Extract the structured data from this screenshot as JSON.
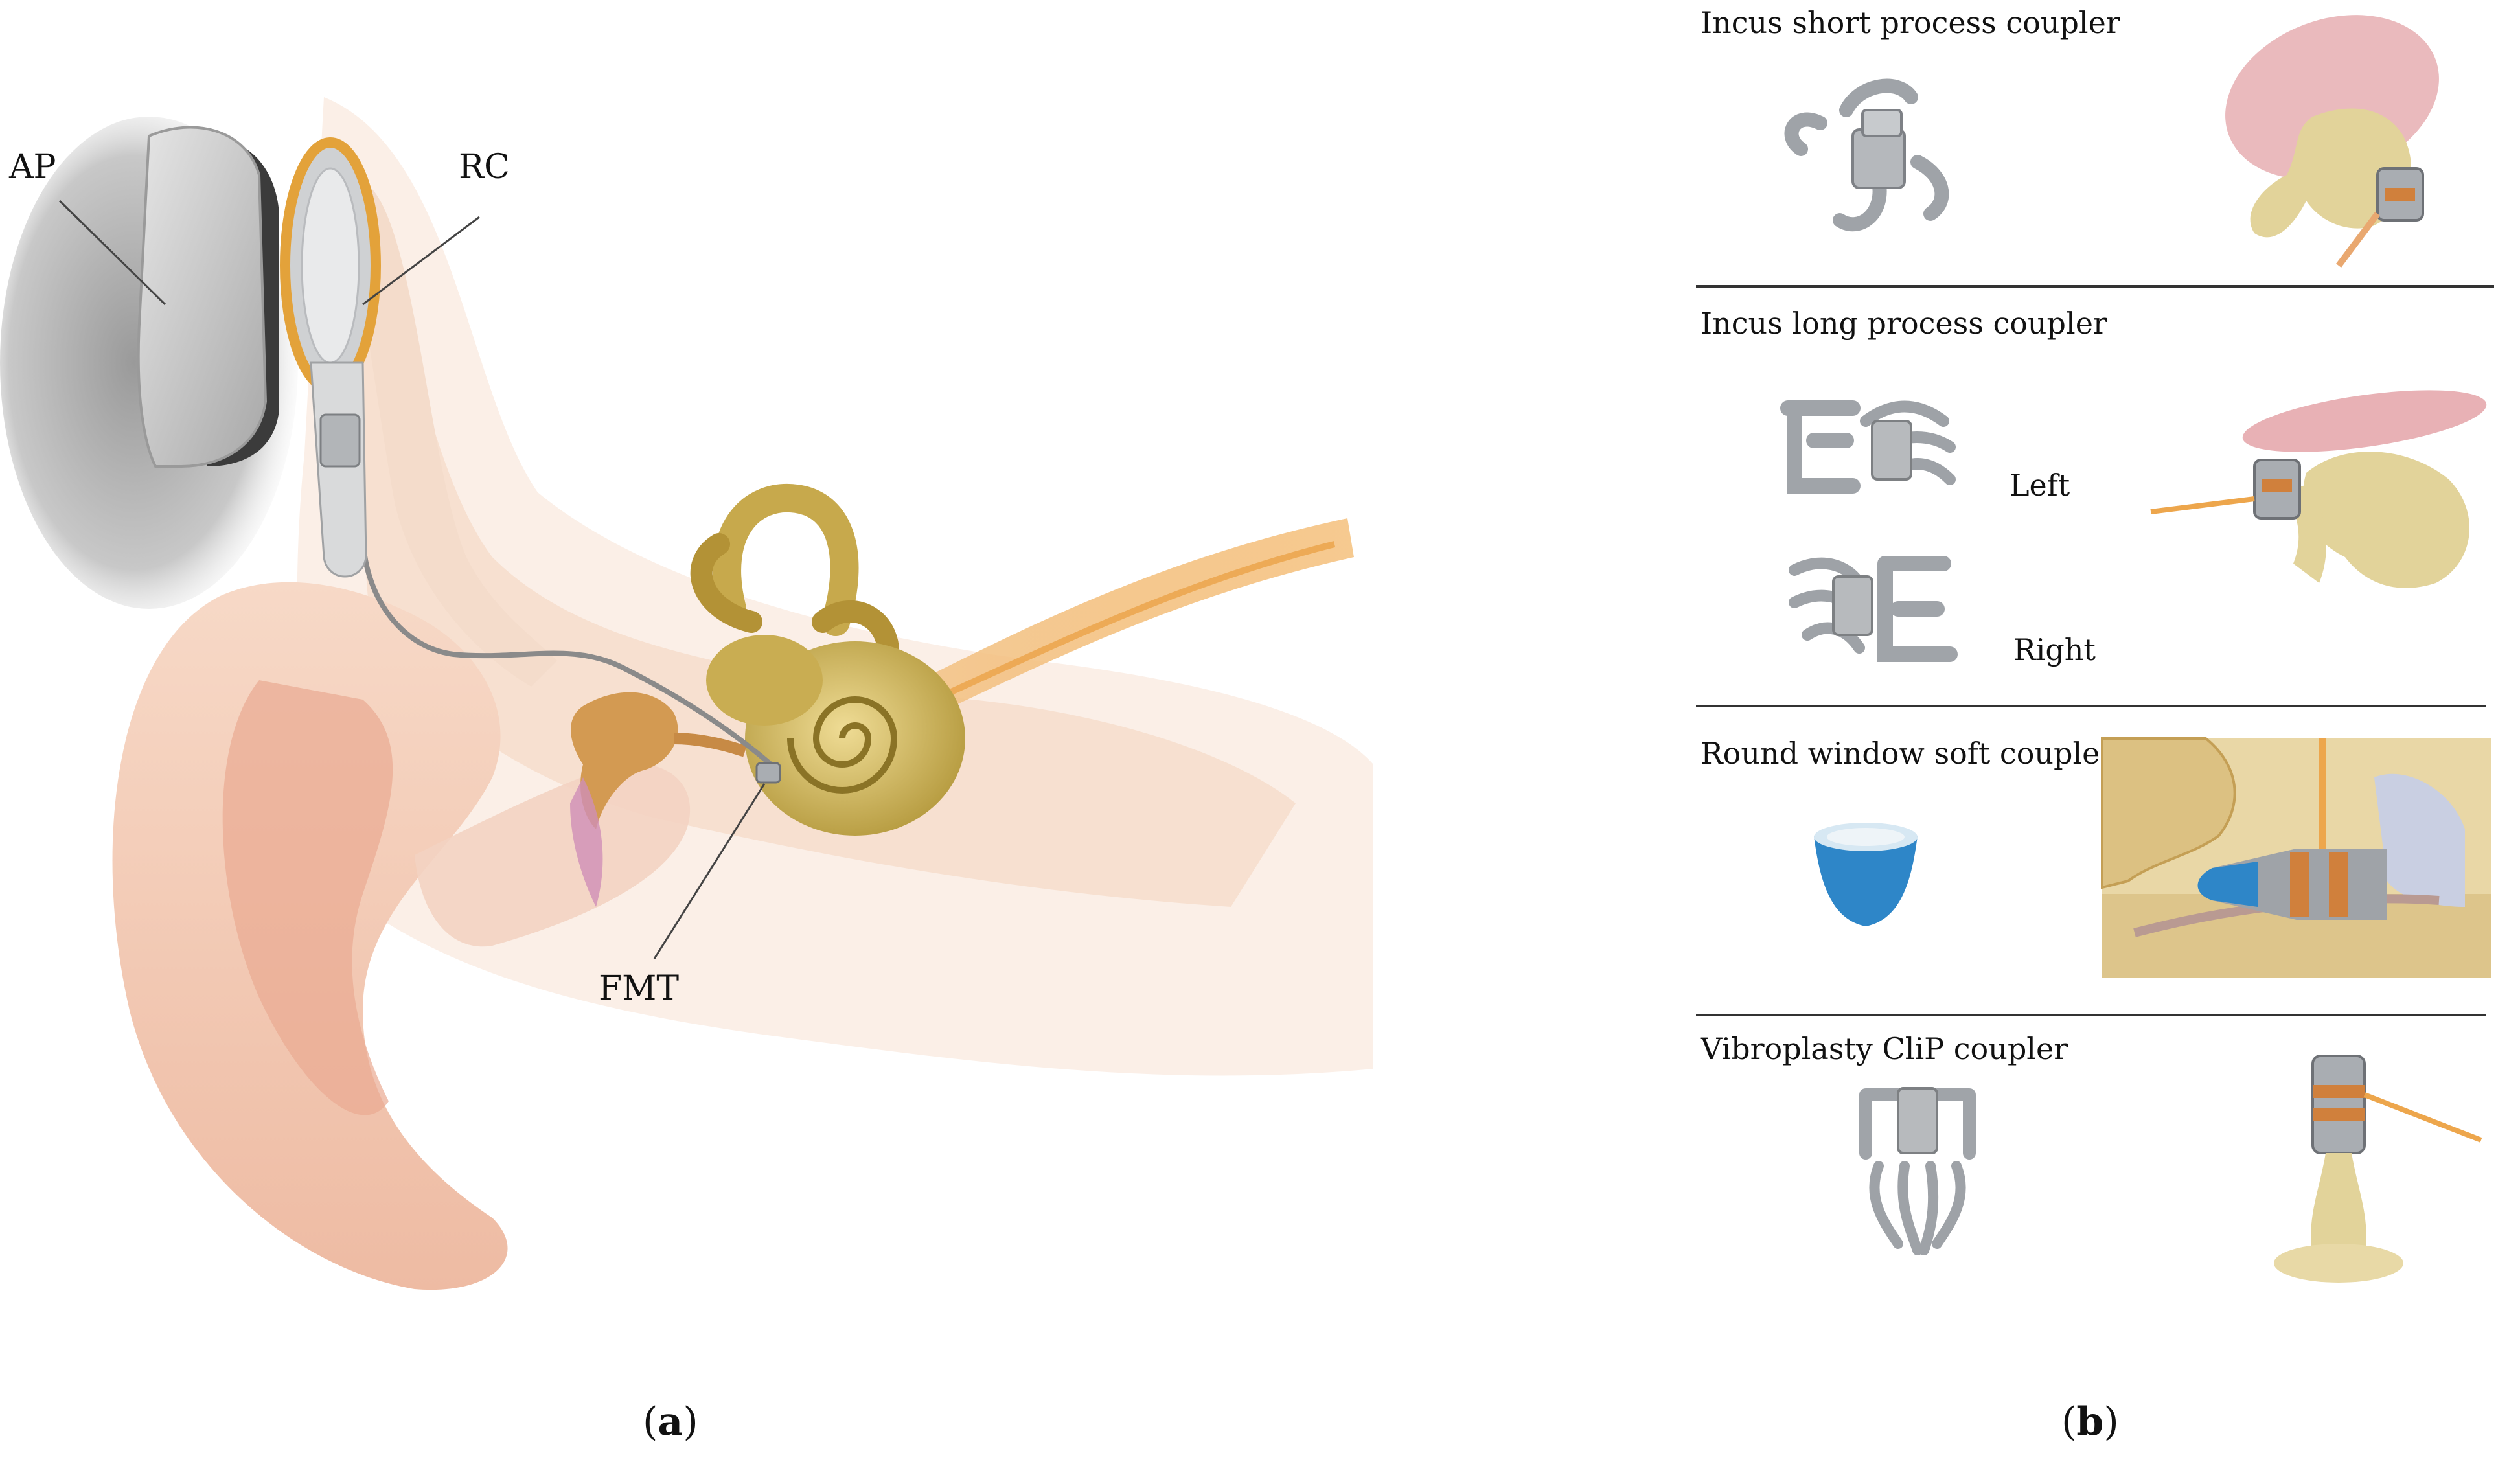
{
  "panel_a": {
    "labels": {
      "ap": "AP",
      "rc": "RC",
      "fmt": "FMT"
    },
    "caption": {
      "open": "(",
      "letter": "a",
      "close": ")"
    }
  },
  "panel_b": {
    "sections": [
      {
        "title": "Incus short process coupler"
      },
      {
        "title": "Incus long process coupler",
        "left_label": "Left",
        "right_label": "Right"
      },
      {
        "title": "Round window soft coupler"
      },
      {
        "title": "Vibroplasty CliP coupler"
      }
    ],
    "caption": {
      "open": "(",
      "letter": "b",
      "close": ")"
    }
  },
  "colors": {
    "skin": "#f2cbb4",
    "tissue": "#f8e6d8",
    "bone": "#d8c07a",
    "ossicle": "#d8a35c",
    "nerve": "#eda64c",
    "metal": "#a9adb2",
    "copper": "#d0803c",
    "membrane": "#e5a9ad",
    "blue_cup": "#2e86c8",
    "implant_dark": "#3b3b3b",
    "implant_gray": "#cfd1d3",
    "coil_ring": "#e3a23a"
  }
}
